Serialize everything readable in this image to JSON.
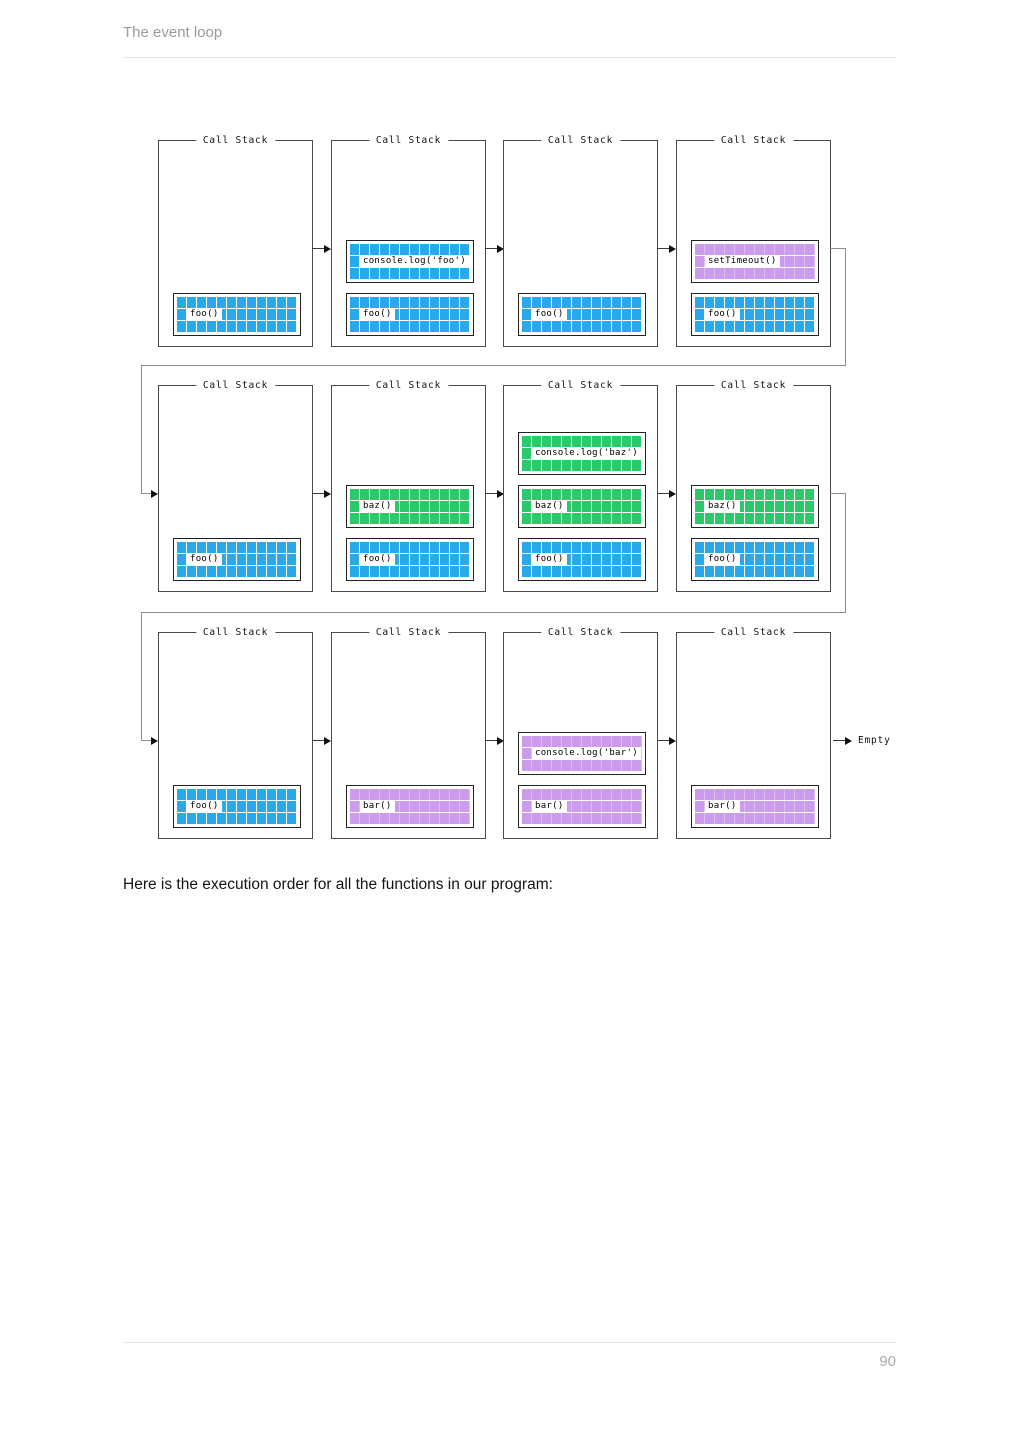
{
  "header": {
    "title": "The event loop"
  },
  "caption": {
    "text": "Here is the execution order for all the functions in our program:"
  },
  "footer": {
    "page_number": "90"
  },
  "diagram": {
    "stack_title": "Call Stack",
    "empty_label": "Empty",
    "colors": {
      "blue": "#29A9E9",
      "green": "#2BC96B",
      "purple": "#CD9BEB"
    },
    "rows": [
      {
        "stacks": [
          {
            "frames": [
              {
                "label": "foo()",
                "color": "blue",
                "slot": 0
              }
            ]
          },
          {
            "frames": [
              {
                "label": "foo()",
                "color": "blue",
                "slot": 0
              },
              {
                "label": "console.log('foo')",
                "color": "blue",
                "slot": 1
              }
            ]
          },
          {
            "frames": [
              {
                "label": "foo()",
                "color": "blue",
                "slot": 0
              }
            ]
          },
          {
            "frames": [
              {
                "label": "foo()",
                "color": "blue",
                "slot": 0
              },
              {
                "label": "setTimeout()",
                "color": "purple",
                "slot": 1
              }
            ]
          }
        ]
      },
      {
        "stacks": [
          {
            "frames": [
              {
                "label": "foo()",
                "color": "blue",
                "slot": 0
              }
            ]
          },
          {
            "frames": [
              {
                "label": "foo()",
                "color": "blue",
                "slot": 0
              },
              {
                "label": "baz()",
                "color": "green",
                "slot": 1
              }
            ]
          },
          {
            "frames": [
              {
                "label": "foo()",
                "color": "blue",
                "slot": 0
              },
              {
                "label": "baz()",
                "color": "green",
                "slot": 1
              },
              {
                "label": "console.log('baz')",
                "color": "green",
                "slot": 2
              }
            ]
          },
          {
            "frames": [
              {
                "label": "foo()",
                "color": "blue",
                "slot": 0
              },
              {
                "label": "baz()",
                "color": "green",
                "slot": 1
              }
            ]
          }
        ]
      },
      {
        "stacks": [
          {
            "frames": [
              {
                "label": "foo()",
                "color": "blue",
                "slot": 0
              }
            ]
          },
          {
            "frames": [
              {
                "label": "bar()",
                "color": "purple",
                "slot": 0
              }
            ]
          },
          {
            "frames": [
              {
                "label": "bar()",
                "color": "purple",
                "slot": 0
              },
              {
                "label": "console.log('bar')",
                "color": "purple",
                "slot": 1
              }
            ]
          },
          {
            "frames": [
              {
                "label": "bar()",
                "color": "purple",
                "slot": 0
              }
            ]
          }
        ]
      }
    ]
  }
}
